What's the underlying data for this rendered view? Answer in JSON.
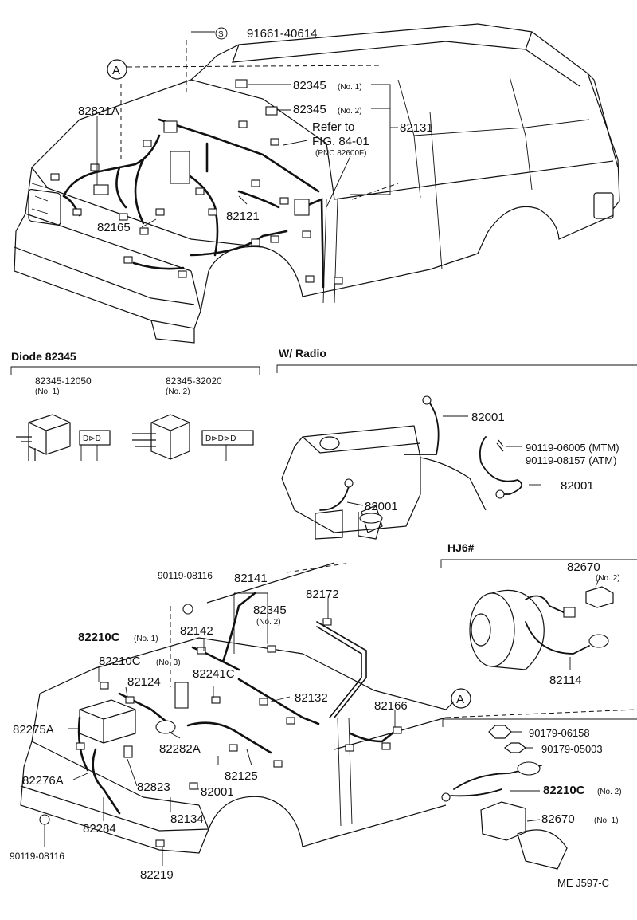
{
  "diagram": {
    "watermark": "ME  J597-C",
    "top": {
      "section_marker": "A",
      "screw_symbol": "S",
      "labels": {
        "p91661_40614": "91661-40614",
        "p82821A": "82821A",
        "p82345_no1": "82345",
        "p82345_no1_note": "(No. 1)",
        "p82345_no2": "82345",
        "p82345_no2_note": "(No. 2)",
        "refer_line1": "Refer to",
        "refer_line2": "FIG. 84-01",
        "refer_line3": "(PNC 82600F)",
        "p82131": "82131",
        "p82121": "82121",
        "p82165": "82165"
      }
    },
    "diode": {
      "title": "Diode 82345",
      "part1": "82345-12050",
      "part1_note": "(No. 1)",
      "part2": "82345-32020",
      "part2_note": "(No. 2)"
    },
    "radio": {
      "title": "W/ Radio",
      "labels": {
        "g1": "82001",
        "g2": "82001",
        "g3": "82001",
        "bolt_mtm": "90119-06005 (MTM)",
        "bolt_atm": "90119-08157 (ATM)"
      }
    },
    "hj6": {
      "title": "HJ6#",
      "labels": {
        "p82670": "82670",
        "p82670_note": "(No. 2)",
        "p82114": "82114"
      }
    },
    "bottom": {
      "labels": {
        "bolt1": "90119-08116",
        "p82141": "82141",
        "p82172": "82172",
        "p82345": "82345",
        "p82345_note": "(No. 2)",
        "p82142": "82142",
        "p82210C_1": "82210C",
        "p82210C_1_note": "(No. 1)",
        "p82210C_3": "82210C",
        "p82210C_3_note": "(No. 3)",
        "p82124": "82124",
        "p82241C": "82241C",
        "p82132": "82132",
        "p82166": "82166",
        "p82275A": "82275A",
        "p82282A": "82282A",
        "p82276A": "82276A",
        "p82823": "82823",
        "p82125": "82125",
        "p82001": "82001",
        "p82134": "82134",
        "p82284": "82284",
        "bolt2": "90119-08116",
        "p82219": "82219"
      }
    },
    "detail_a": {
      "marker": "A",
      "labels": {
        "nut1": "90179-06158",
        "nut2": "90179-05003",
        "p82210C_2": "82210C",
        "p82210C_2_note": "(No. 2)",
        "p82670": "82670",
        "p82670_note": "(No. 1)"
      }
    }
  }
}
